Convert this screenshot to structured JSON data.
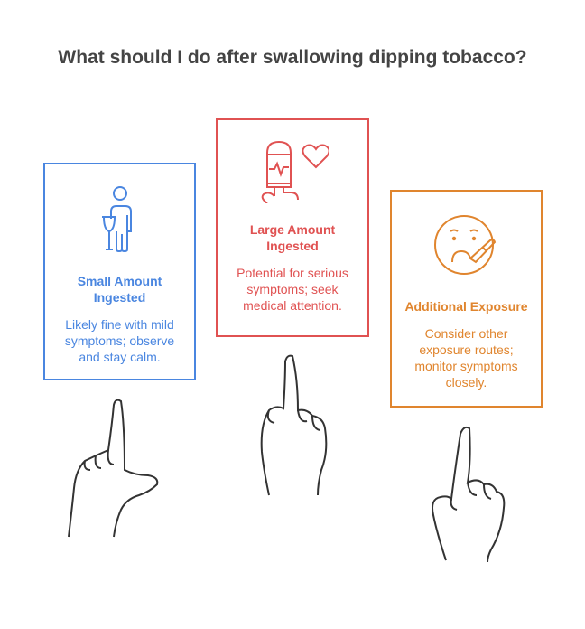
{
  "title": "What should I do after swallowing dipping tobacco?",
  "colors": {
    "small": "#4a86e0",
    "large": "#e05252",
    "additional": "#e0852e",
    "title": "#444444"
  },
  "cards": [
    {
      "icon": "person-with-crutch-icon",
      "heading": "Small Amount Ingested",
      "description": "Likely fine with mild symptoms; observe and stay calm."
    },
    {
      "icon": "iv-bag-heart-icon",
      "heading": "Large Amount Ingested",
      "description": "Potential for serious symptoms; seek medical attention."
    },
    {
      "icon": "sick-face-thermometer-icon",
      "heading": "Additional Exposure",
      "description": "Consider other exposure routes; monitor symptoms closely."
    }
  ]
}
